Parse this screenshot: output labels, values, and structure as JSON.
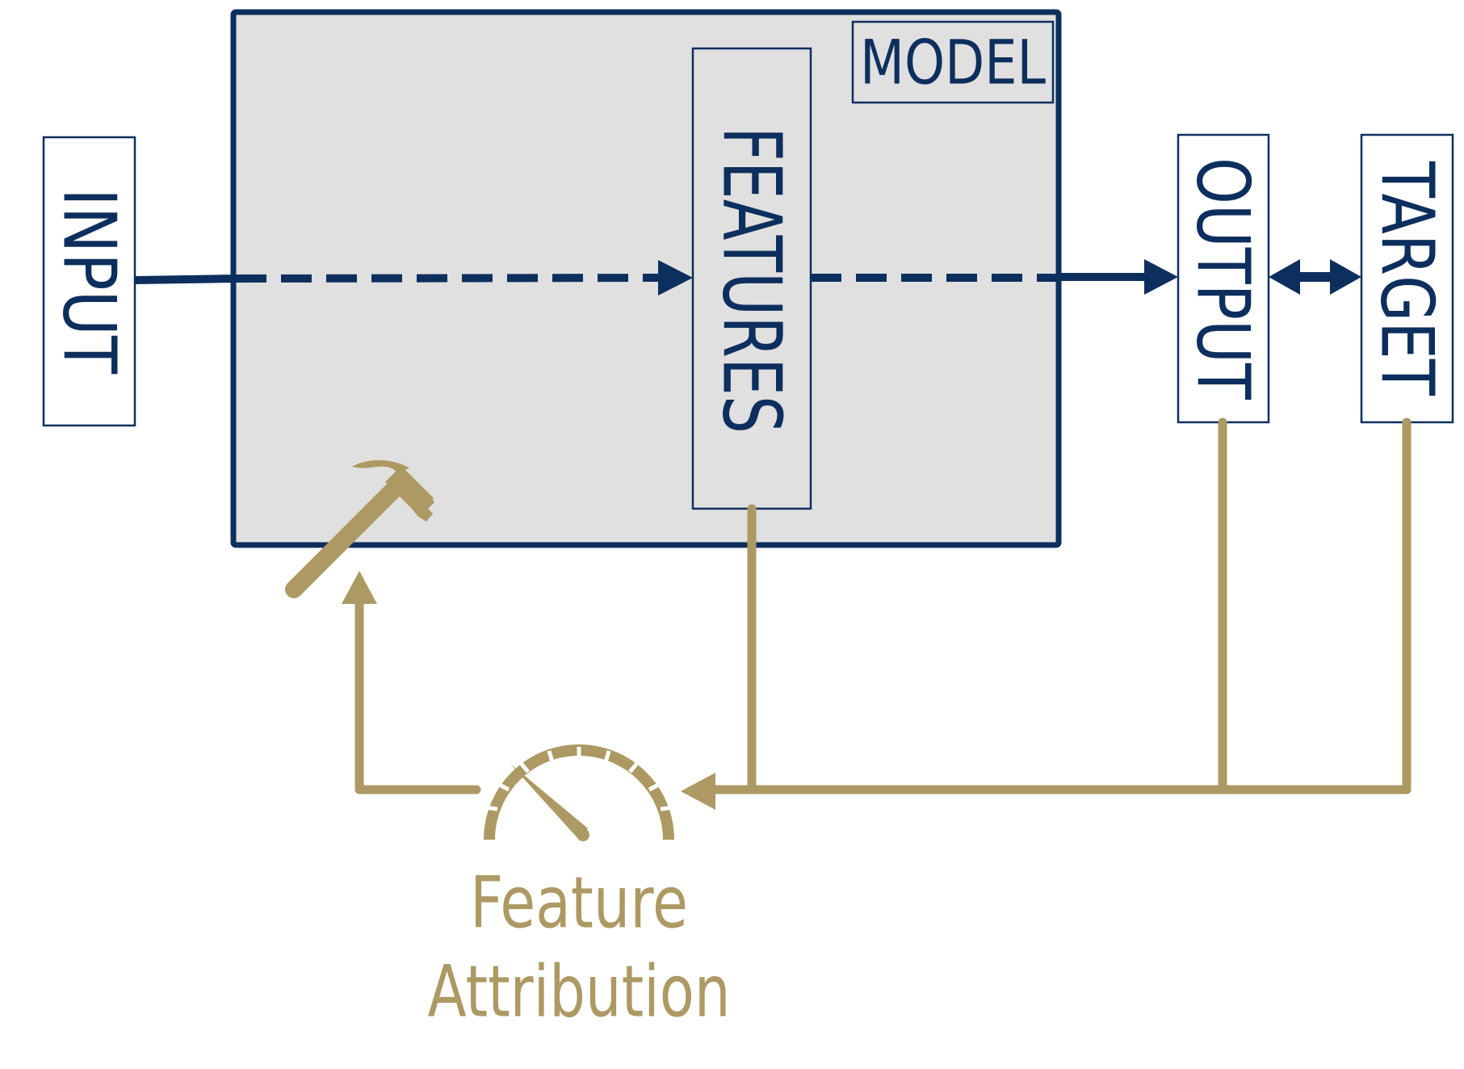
{
  "colors": {
    "navy": "#0d2f5e",
    "gold": "#ad9963",
    "model_fill": "#e0e0e0",
    "box_fill": "#ffffff",
    "background": "#ffffff"
  },
  "model": {
    "label": "MODEL"
  },
  "nodes": {
    "input": "INPUT",
    "features": "FEATURES",
    "output": "OUTPUT",
    "target": "TARGET"
  },
  "feature_attribution": {
    "line1": "Feature",
    "line2": "Attribution"
  },
  "icons": {
    "hammer": "hammer-icon",
    "gauge": "gauge-icon"
  }
}
